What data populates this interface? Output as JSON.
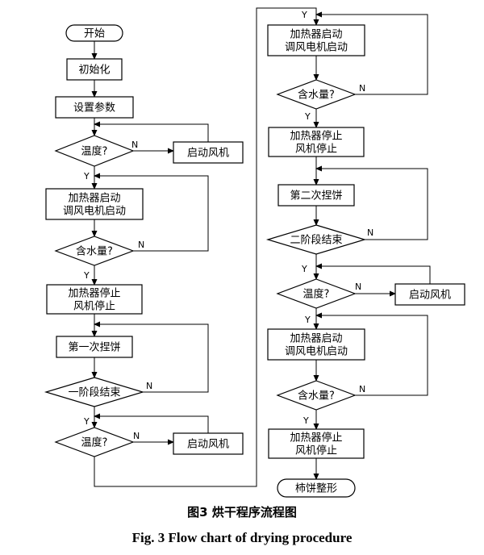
{
  "diagram": {
    "nodes": [
      {
        "id": "start",
        "label": "开始"
      },
      {
        "id": "init",
        "label": "初始化"
      },
      {
        "id": "params",
        "label": "设置参数"
      },
      {
        "id": "temp1",
        "label": "温度?"
      },
      {
        "id": "fan1",
        "label": "启动风机"
      },
      {
        "id": "heat1",
        "label": "加热器启动\n调风电机启动"
      },
      {
        "id": "water1",
        "label": "含水量?"
      },
      {
        "id": "stop1",
        "label": "加热器停止\n风机停止"
      },
      {
        "id": "press1",
        "label": "第一次捏饼"
      },
      {
        "id": "stage1",
        "label": "一阶段结束"
      },
      {
        "id": "temp2",
        "label": "温度?"
      },
      {
        "id": "fan2",
        "label": "启动风机"
      },
      {
        "id": "heat2",
        "label": "加热器启动\n调风电机启动"
      },
      {
        "id": "water2",
        "label": "含水量?"
      },
      {
        "id": "stop2",
        "label": "加热器停止\n风机停止"
      },
      {
        "id": "press2",
        "label": "第二次捏饼"
      },
      {
        "id": "stage2",
        "label": "二阶段结束"
      },
      {
        "id": "temp3",
        "label": "温度?"
      },
      {
        "id": "fan3",
        "label": "启动风机"
      },
      {
        "id": "heat3",
        "label": "加热器启动\n调风电机启动"
      },
      {
        "id": "water3",
        "label": "含水量?"
      },
      {
        "id": "stop3",
        "label": "加热器停止\n风机停止"
      },
      {
        "id": "end",
        "label": "柿饼整形"
      }
    ],
    "edge_labels": {
      "yes": "Y",
      "no": "N"
    }
  },
  "caption": {
    "cn": "图3  烘干程序流程图",
    "en": "Fig. 3  Flow chart of drying procedure"
  }
}
